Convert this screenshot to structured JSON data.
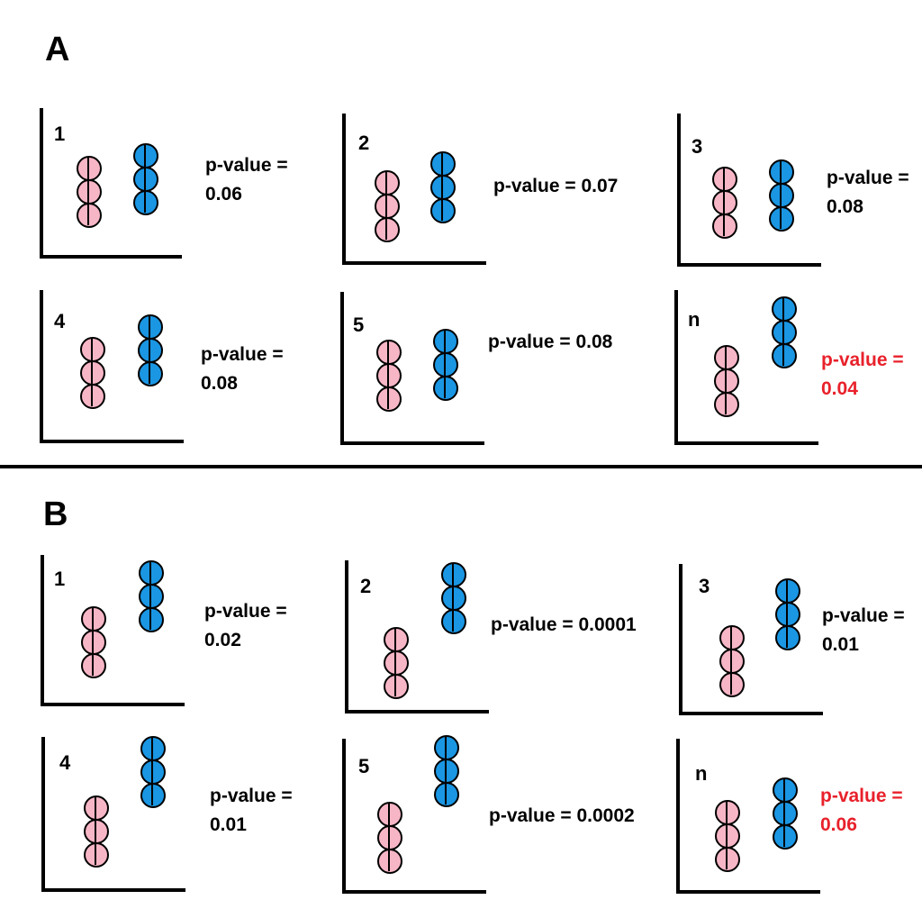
{
  "sections": [
    {
      "label": "A",
      "panels": [
        {
          "label": "1",
          "p_line1": "p-value =",
          "p_line2": "0.06",
          "significant": false
        },
        {
          "label": "2",
          "p_line1": "p-value = 0.07",
          "p_line2": "",
          "significant": false
        },
        {
          "label": "3",
          "p_line1": "p-value =",
          "p_line2": "0.08",
          "significant": false
        },
        {
          "label": "4",
          "p_line1": "p-value =",
          "p_line2": "0.08",
          "significant": false
        },
        {
          "label": "5",
          "p_line1": "p-value = 0.08",
          "p_line2": "",
          "significant": false
        },
        {
          "label": "n",
          "p_line1": "p-value =",
          "p_line2": "0.04",
          "significant": true
        }
      ]
    },
    {
      "label": "B",
      "panels": [
        {
          "label": "1",
          "p_line1": "p-value =",
          "p_line2": "0.02",
          "significant": false
        },
        {
          "label": "2",
          "p_line1": "p-value = 0.0001",
          "p_line2": "",
          "significant": false
        },
        {
          "label": "3",
          "p_line1": "p-value =",
          "p_line2": "0.01",
          "significant": false
        },
        {
          "label": "4",
          "p_line1": "p-value =",
          "p_line2": "0.01",
          "significant": false
        },
        {
          "label": "5",
          "p_line1": "p-value = 0.0002",
          "p_line2": "",
          "significant": false
        },
        {
          "label": "n",
          "p_line1": "p-value =",
          "p_line2": "0.06",
          "significant": true
        }
      ]
    }
  ],
  "colors": {
    "pink": "#f7b6c6",
    "blue": "#1a96e3",
    "significant": "#e8212b"
  }
}
